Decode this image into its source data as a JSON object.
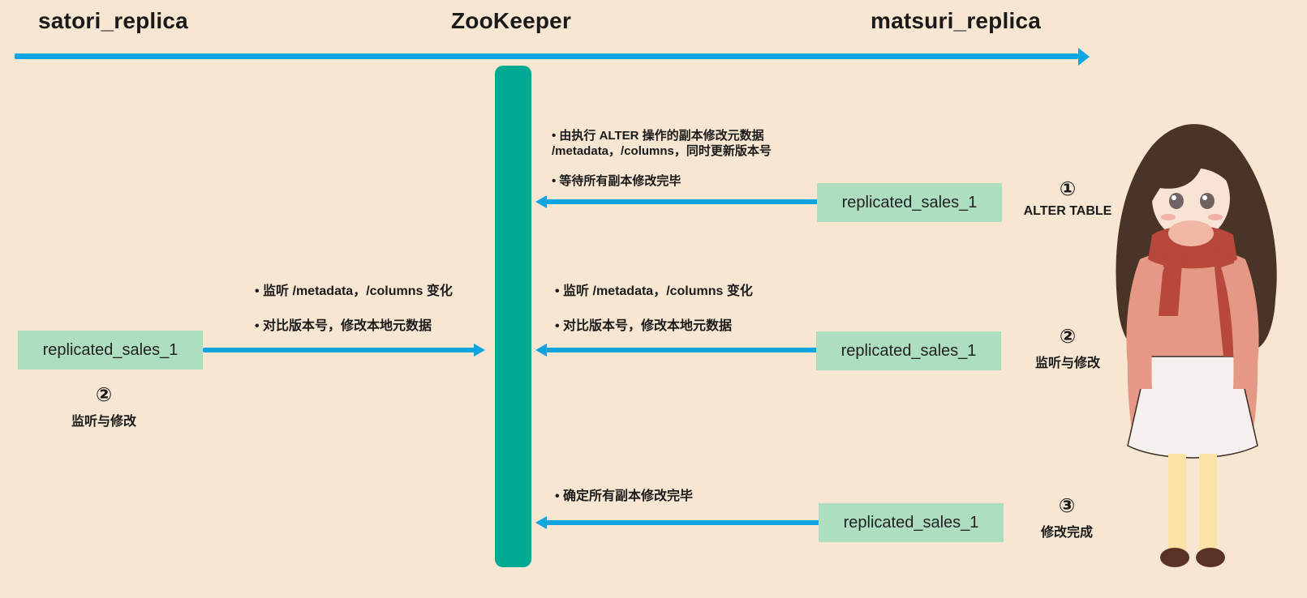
{
  "titles": {
    "left": "satori_replica",
    "center": "ZooKeeper",
    "right": "matsuri_replica"
  },
  "boxes": {
    "top_right": "replicated_sales_1",
    "mid_right": "replicated_sales_1",
    "bottom_right": "replicated_sales_1",
    "left": "replicated_sales_1"
  },
  "notes": {
    "top_line1": "• 由执行 ALTER 操作的副本修改元数据",
    "top_line2": " /metadata，/columns，同时更新版本号",
    "top_line3": "• 等待所有副本修改完毕",
    "mid_right_1": "• 监听 /metadata，/columns 变化",
    "mid_right_2": "• 对比版本号，修改本地元数据",
    "mid_left_1": "• 监听 /metadata，/columns 变化",
    "mid_left_2": "• 对比版本号，修改本地元数据",
    "bottom_right": "• 确定所有副本修改完毕"
  },
  "steps": {
    "step1_num": "①",
    "step1_label": "ALTER TABLE",
    "step2_num": "②",
    "step2_label": "监听与修改",
    "step3_num": "③",
    "step3_label": "修改完成",
    "left_step_num": "②",
    "left_step_label": "监听与修改"
  },
  "colors": {
    "background": "#f7e6d2",
    "arrow": "#0ea5e0",
    "zookeeper_bar": "#00a991",
    "box": "#aedec0"
  },
  "icons": {
    "illustration": "anime-girl-illustration"
  }
}
